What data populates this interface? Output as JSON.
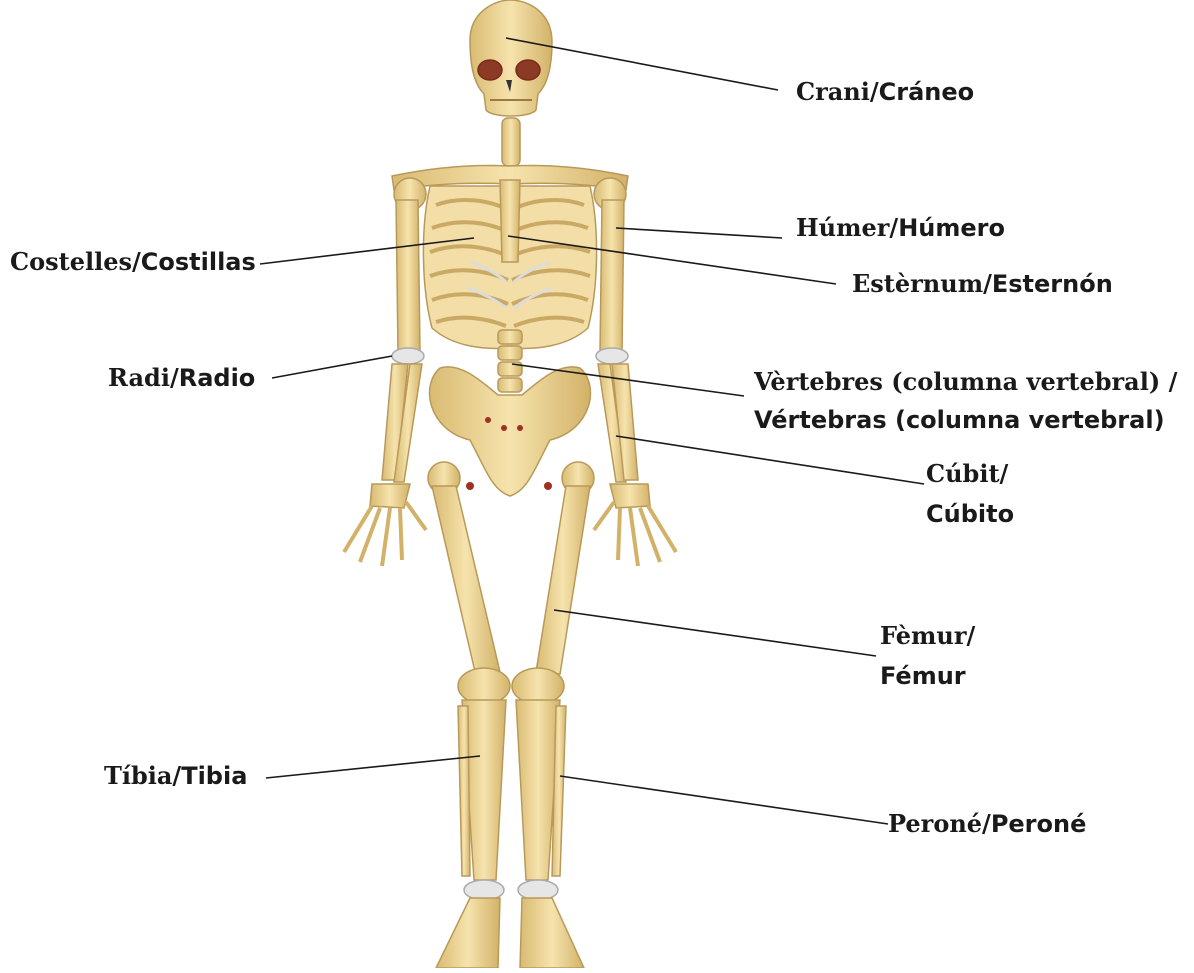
{
  "labels": {
    "skull": {
      "line1": "Crani/",
      "line1b": "Cráneo"
    },
    "humerus": {
      "line1": "Húmer/",
      "line1b": "Húmero"
    },
    "ribs": {
      "line1": "Costelles/",
      "line1b": "Costillas"
    },
    "sternum": {
      "line1": "Estèrnum/",
      "line1b": "Esternón"
    },
    "vertebrae": {
      "line1": "Vèrtebres (columna vertebral) /",
      "line2": "Vértebras (columna vertebral)"
    },
    "radius": {
      "line1": "Radi/",
      "line1b": "Radio"
    },
    "ulna": {
      "line1": "Cúbit/",
      "line2": "Cúbito"
    },
    "femur": {
      "line1": "Fèmur/",
      "line2": "Fémur"
    },
    "tibia": {
      "line1": "Tíbia/",
      "line1b": "Tibia"
    },
    "fibula": {
      "line1": "Peroné/",
      "line1b": "Peroné"
    }
  },
  "colors": {
    "bone": "#f2ddA4",
    "bone_shade": "#d9bb72",
    "bone_outline": "#b8995a",
    "cartilage": "#e6e6e6",
    "joint_red": "#a03020",
    "leader_line": "#1a1a1a"
  }
}
